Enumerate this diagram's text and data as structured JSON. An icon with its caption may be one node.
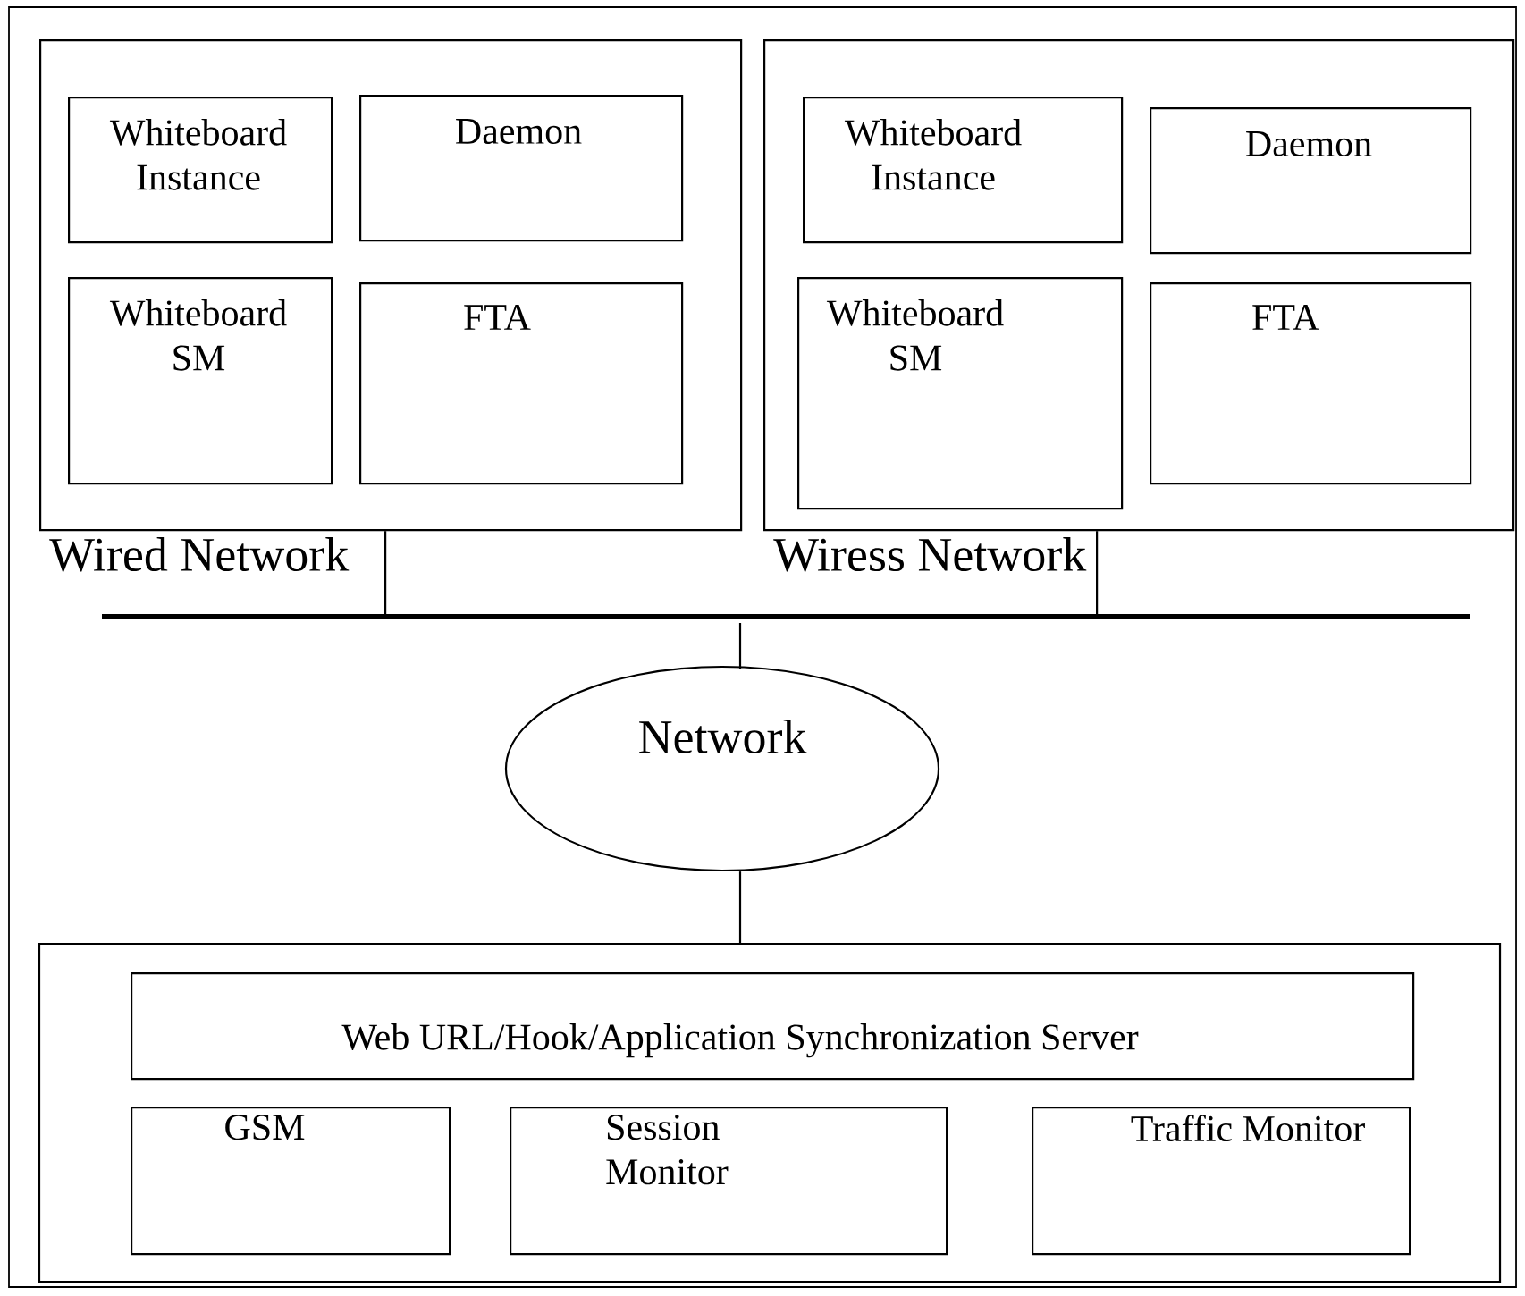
{
  "diagram": {
    "nodes": [
      {
        "text": [
          "Wired Network"
        ]
      },
      {
        "text": [
          "Whiteboard Instance"
        ],
        "in": 0
      },
      {
        "text": [
          "Daemon"
        ],
        "in": 0
      },
      {
        "text": [
          "Whiteboard SM"
        ],
        "in": 0
      },
      {
        "text": [
          "FTA"
        ],
        "in": 0
      },
      {
        "text": [
          "Wiress Network"
        ]
      },
      {
        "text": [
          "Whiteboard Instance"
        ],
        "in": 5
      },
      {
        "text": [
          "Daemon"
        ],
        "in": 5
      },
      {
        "text": [
          "Whiteboard SM"
        ],
        "in": 5
      },
      {
        "text": [
          "FTA"
        ],
        "in": 5
      },
      {
        "text": [],
        "shape": "bar"
      },
      {
        "text": [
          "Network"
        ]
      },
      {
        "text": [],
        "shape": "box"
      },
      {
        "text": [
          "Web URL/Hook/Application Synchronization Server"
        ],
        "in": 12
      },
      {
        "text": [
          "GSM"
        ],
        "in": 12
      },
      {
        "text": [
          "Session Monitor"
        ],
        "in": 12
      },
      {
        "text": [
          "Traffic Monitor"
        ],
        "in": 12
      }
    ],
    "edges": [
      {
        "from": 0,
        "to": 10,
        "arrow": "none"
      },
      {
        "from": 5,
        "to": 10,
        "arrow": "none"
      },
      {
        "from": 10,
        "to": 11,
        "arrow": "none"
      },
      {
        "from": 11,
        "to": 12,
        "arrow": "none"
      }
    ]
  }
}
